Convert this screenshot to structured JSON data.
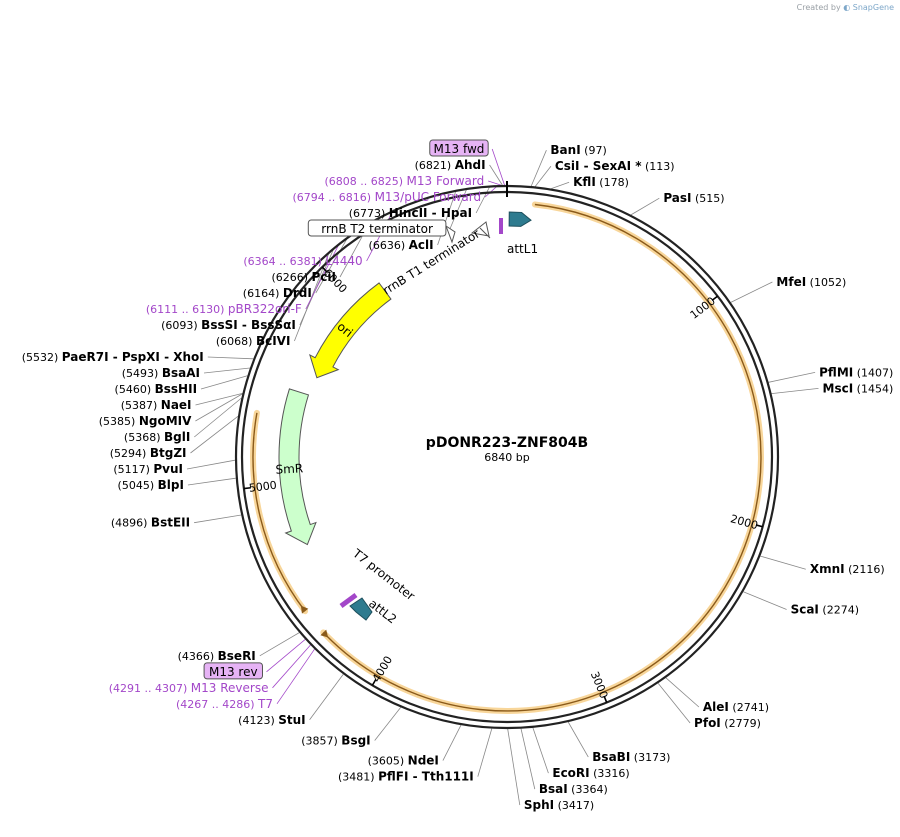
{
  "credit": {
    "prefix": "Created by",
    "brand": "SnapGene"
  },
  "plasmid": {
    "name": "pDONR223-ZNF804B",
    "size_label": "6840 bp",
    "length": 6840
  },
  "colors": {
    "ring": "#222222",
    "orf": "#f2a93b",
    "feature": "#a347c9",
    "ori": "#ffff00",
    "smr": "#ccffcc",
    "att": "#2e7b8f",
    "terminator": "#ffffff",
    "leader": "#888888"
  },
  "ticks": [
    {
      "pos": 1000,
      "label": "1000"
    },
    {
      "pos": 2000,
      "label": "2000"
    },
    {
      "pos": 3000,
      "label": "3000"
    },
    {
      "pos": 4000,
      "label": "4000"
    },
    {
      "pos": 5000,
      "label": "5000"
    },
    {
      "pos": 6000,
      "label": "6000"
    }
  ],
  "sites": [
    {
      "name": "AhdI",
      "num": "(6821)",
      "pos": 6821,
      "side": "R"
    },
    {
      "name": "BanI",
      "num": "(97)",
      "pos": 97,
      "side": "R"
    },
    {
      "name": "CsiI  - SexAI *",
      "num": "(113)",
      "pos": 113,
      "side": "R"
    },
    {
      "name": "KflI",
      "num": "(178)",
      "pos": 178,
      "side": "R"
    },
    {
      "name": "PasI",
      "num": "(515)",
      "pos": 515,
      "side": "R"
    },
    {
      "name": "MfeI",
      "num": "(1052)",
      "pos": 1052,
      "side": "R"
    },
    {
      "name": "PflMI",
      "num": "(1407)",
      "pos": 1407,
      "side": "R"
    },
    {
      "name": "MscI",
      "num": "(1454)",
      "pos": 1454,
      "side": "R"
    },
    {
      "name": "XmnI",
      "num": "(2116)",
      "pos": 2116,
      "side": "R"
    },
    {
      "name": "ScaI",
      "num": "(2274)",
      "pos": 2274,
      "side": "R"
    },
    {
      "name": "AleI",
      "num": "(2741)",
      "pos": 2741,
      "side": "R"
    },
    {
      "name": "PfoI",
      "num": "(2779)",
      "pos": 2779,
      "side": "R"
    },
    {
      "name": "BsaBI",
      "num": "(3173)",
      "pos": 3173,
      "side": "R"
    },
    {
      "name": "EcoRI",
      "num": "(3316)",
      "pos": 3316,
      "side": "R"
    },
    {
      "name": "BsaI",
      "num": "(3364)",
      "pos": 3364,
      "side": "R"
    },
    {
      "name": "SphI",
      "num": "(3417)",
      "pos": 3417,
      "side": "R"
    },
    {
      "name": "PflFI  - Tth111I",
      "num": "(3481)",
      "pos": 3481,
      "side": "L"
    },
    {
      "name": "NdeI",
      "num": "(3605)",
      "pos": 3605,
      "side": "L"
    },
    {
      "name": "BsgI",
      "num": "(3857)",
      "pos": 3857,
      "side": "L"
    },
    {
      "name": "StuI",
      "num": "(4123)",
      "pos": 4123,
      "side": "L"
    },
    {
      "name": "BseRI",
      "num": "(4366)",
      "pos": 4366,
      "side": "L"
    },
    {
      "name": "BstEII",
      "num": "(4896)",
      "pos": 4896,
      "side": "L"
    },
    {
      "name": "BlpI",
      "num": "(5045)",
      "pos": 5045,
      "side": "L"
    },
    {
      "name": "PvuI",
      "num": "(5117)",
      "pos": 5117,
      "side": "L"
    },
    {
      "name": "BtgZI",
      "num": "(5294)",
      "pos": 5294,
      "side": "L"
    },
    {
      "name": "BglI",
      "num": "(5368)",
      "pos": 5368,
      "side": "L"
    },
    {
      "name": "NgoMIV",
      "num": "(5385)",
      "pos": 5385,
      "side": "L"
    },
    {
      "name": "NaeI",
      "num": "(5387)",
      "pos": 5387,
      "side": "L"
    },
    {
      "name": "BssHII",
      "num": "(5460)",
      "pos": 5460,
      "side": "L"
    },
    {
      "name": "BsaAI",
      "num": "(5493)",
      "pos": 5493,
      "side": "L"
    },
    {
      "name": "PaeR7I  - PspXI  - XhoI",
      "num": "(5532)",
      "pos": 5532,
      "side": "L"
    },
    {
      "name": "BcIVI",
      "num": "(6068)",
      "pos": 6068,
      "side": "L"
    },
    {
      "name": "BssSI  - BssSαI",
      "num": "(6093)",
      "pos": 6093,
      "side": "L"
    },
    {
      "name": "DrdI",
      "num": "(6164)",
      "pos": 6164,
      "side": "L"
    },
    {
      "name": "PciI",
      "num": "(6266)",
      "pos": 6266,
      "side": "L"
    },
    {
      "name": "AclI",
      "num": "(6636)",
      "pos": 6636,
      "side": "L"
    },
    {
      "name": "HincII  - HpaI",
      "num": "(6773)",
      "pos": 6773,
      "side": "L"
    }
  ],
  "primers": [
    {
      "name": "M13 Forward",
      "num": "(6808 .. 6825)",
      "pos": 6816,
      "side": "L"
    },
    {
      "name": "M13/pUC Forward",
      "num": "(6794 .. 6816)",
      "pos": 6805,
      "side": "L"
    },
    {
      "name": "L4440",
      "num": "(6364 .. 6381)",
      "pos": 6372,
      "side": "L"
    },
    {
      "name": "pBR322ori-F",
      "num": "(6111 .. 6130)",
      "pos": 6120,
      "side": "L"
    },
    {
      "name": "M13 Reverse",
      "num": "(4291 .. 4307)",
      "pos": 4299,
      "side": "L"
    },
    {
      "name": "T7",
      "num": "(4267 .. 4286)",
      "pos": 4276,
      "side": "L"
    }
  ],
  "boxed": [
    {
      "name": "M13 fwd",
      "pos": 6830,
      "style": "purple"
    },
    {
      "name": "rrnB T2 terminator",
      "pos": 6680,
      "style": "white"
    },
    {
      "name": "M13 rev",
      "pos": 4330,
      "style": "purple"
    }
  ],
  "features": {
    "orf": {
      "start": 120,
      "end": 4300
    },
    "orf2": {
      "start": 4420,
      "end": 5320
    },
    "ori": {
      "start": 5560,
      "end": 6150,
      "label": "ori"
    },
    "smr": {
      "start": 4680,
      "end": 5460,
      "label": "SmR"
    },
    "attL1": {
      "start": 10,
      "end": 110,
      "label": "attL1"
    },
    "attL2": {
      "start": 4240,
      "end": 4330,
      "label": "attL2"
    },
    "rrnB_T1": {
      "label": "rrnB T1 terminator"
    },
    "T7_promoter": {
      "label": "T7 promoter"
    }
  }
}
